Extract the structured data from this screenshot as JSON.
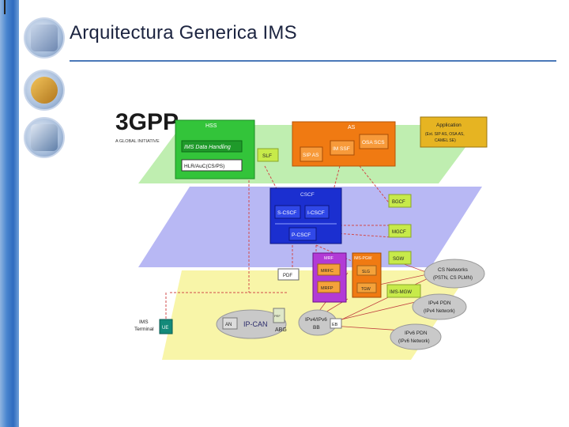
{
  "slide": {
    "title": "Arquitectura Generica IMS"
  },
  "logo": {
    "text": "3GPP",
    "tagline": "A GLOBAL INITIATIVE"
  },
  "colors": {
    "layer_top": "#bfeeb0",
    "layer_middle": "#b8b8f4",
    "layer_bottom": "#f8f5a8",
    "hss": "#33c43a",
    "as": "#f07a12",
    "application": "#e6b422",
    "cscf": "#1b2fd0",
    "lime": "#c7ea4a",
    "orange_box": "#f4a23a",
    "mrf": "#b23ad6",
    "connector": "#d24a4a",
    "cloud": "#c9c9c9"
  },
  "labels": {
    "hss": "HSS",
    "ims_data_handling": "IMS Data Handling",
    "hlr_auc": "HLR/AuC(CS/PS)",
    "slf": "SLF",
    "as": "AS",
    "sip_as": "SIP AS",
    "im_ssf": "IM SSF",
    "osa_scs": "OSA SCS",
    "application": "Application",
    "application_sub1": "(Ext. SIP AS, OSA AS,",
    "application_sub2": "CAMEL SE)",
    "cscf": "CSCF",
    "s_cscf": "S-CSCF",
    "i_cscf": "I-CSCF",
    "p_cscf": "P-CSCF",
    "bgcf": "BGCF",
    "mgcf": "MGCF",
    "sgw": "SGW",
    "mrf": "MRF",
    "mrfc": "MRFC",
    "mrfp": "MRFP",
    "ims_pgw": "IMS-PGW",
    "slg": "SLG",
    "tgw": "TGW",
    "ims_mgw": "IMS-MGW",
    "pdf": "PDF",
    "cs_networks": "CS Networks",
    "cs_networks_sub": "(PSTN, CS PLMN)",
    "ipv4_pdn": "IPv4 PDN",
    "ipv4_pdn_sub": "(IPv4 Network)",
    "ipv6_pdn": "IPv6 PDN",
    "ipv6_pdn_sub": "(IPv6 Network)",
    "ims_terminal_1": "IMS",
    "ims_terminal_2": "Terminal",
    "ue": "UE",
    "an": "AN",
    "ip_can": "IP-CAN",
    "abg": "ABG",
    "ipv4_ipv6_bb_1": "IPv4/IPv6",
    "ipv4_ipv6_bb_2": "BB",
    "eb": "EB",
    "abg_stack": "PEF"
  }
}
